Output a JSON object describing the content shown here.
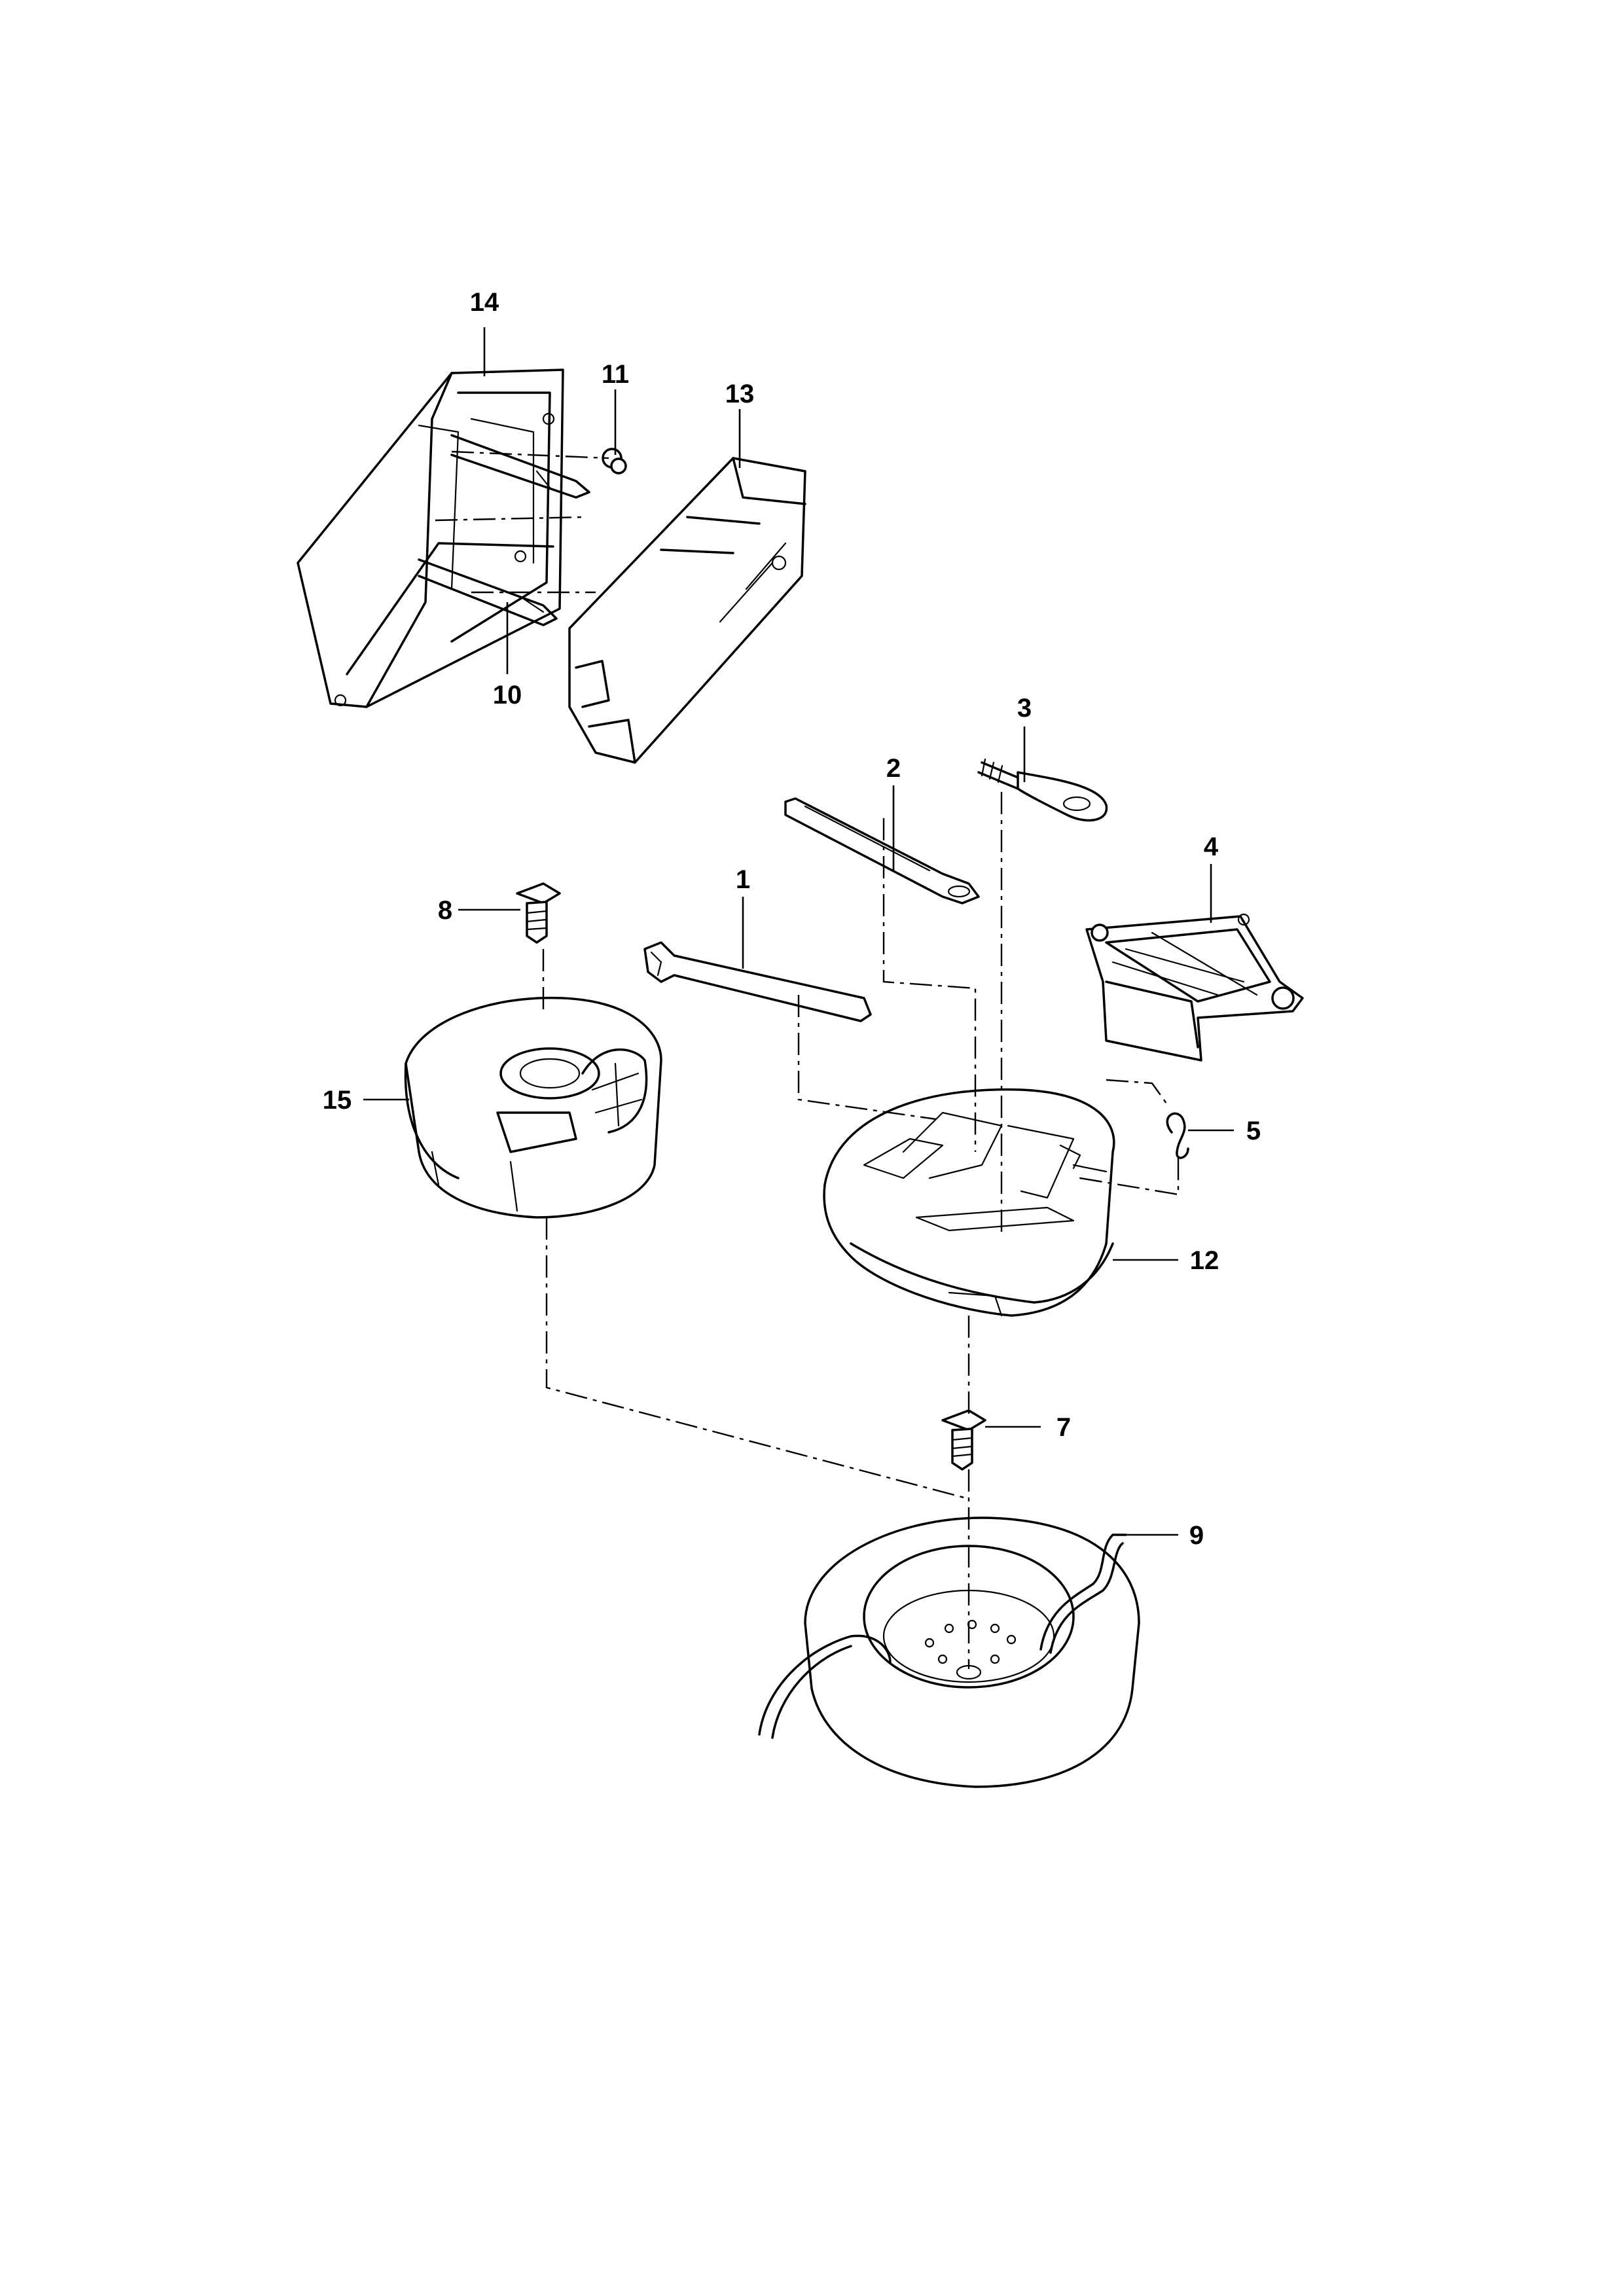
{
  "callouts": {
    "c1": "1",
    "c2": "2",
    "c3": "3",
    "c4": "4",
    "c5": "5",
    "c7": "7",
    "c8": "8",
    "c9": "9",
    "c10": "10",
    "c11": "11",
    "c12": "12",
    "c13": "13",
    "c14": "14",
    "c15": "15"
  },
  "colors": {
    "line": "#000000",
    "background": "#ffffff"
  }
}
